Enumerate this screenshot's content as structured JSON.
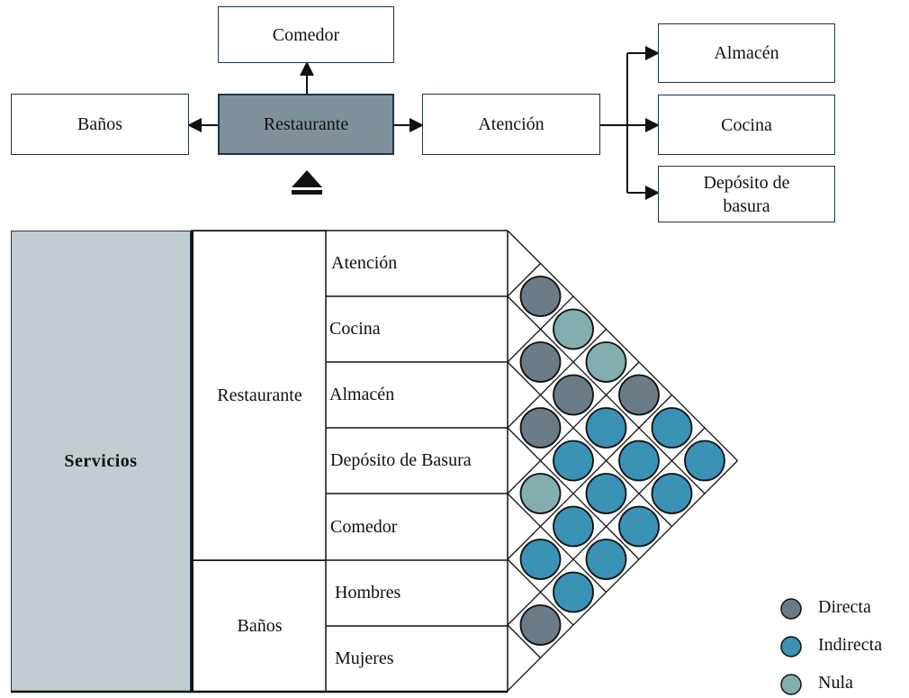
{
  "flow": {
    "restaurante": "Restaurante",
    "comedor": "Comedor",
    "banos": "Baños",
    "atencion": "Atención",
    "almacen": "Almacén",
    "cocina": "Cocina",
    "deposito": "Depósito de basura"
  },
  "matrix": {
    "services_label": "Servicios",
    "groups": [
      "Restaurante",
      "Baños"
    ],
    "rows": [
      "Atención",
      "Cocina",
      "Almacén",
      "Depósito de Basura",
      "Comedor",
      "Hombres",
      "Mujeres"
    ],
    "relations": [
      [
        "Directa",
        "Nula",
        "Nula",
        "Directa",
        "Indirecta",
        "Indirecta"
      ],
      [
        "Directa",
        "Directa",
        "Indirecta",
        "Indirecta",
        "Indirecta"
      ],
      [
        "Directa",
        "Indirecta",
        "Indirecta",
        "Indirecta"
      ],
      [
        "Nula",
        "Indirecta",
        "Indirecta"
      ],
      [
        "Indirecta",
        "Indirecta"
      ],
      [
        "Directa"
      ]
    ]
  },
  "legend": [
    {
      "label": "Directa",
      "color": "#6b7b87"
    },
    {
      "label": "Indirecta",
      "color": "#3a92b5"
    },
    {
      "label": "Nula",
      "color": "#82aeb0"
    }
  ],
  "colors": {
    "Directa": "#6b7b87",
    "Indirecta": "#3a92b5",
    "Nula": "#82aeb0",
    "services_fill": "#c3cdd1",
    "main_box_fill": "#7f929c",
    "line": "#1f3447"
  }
}
